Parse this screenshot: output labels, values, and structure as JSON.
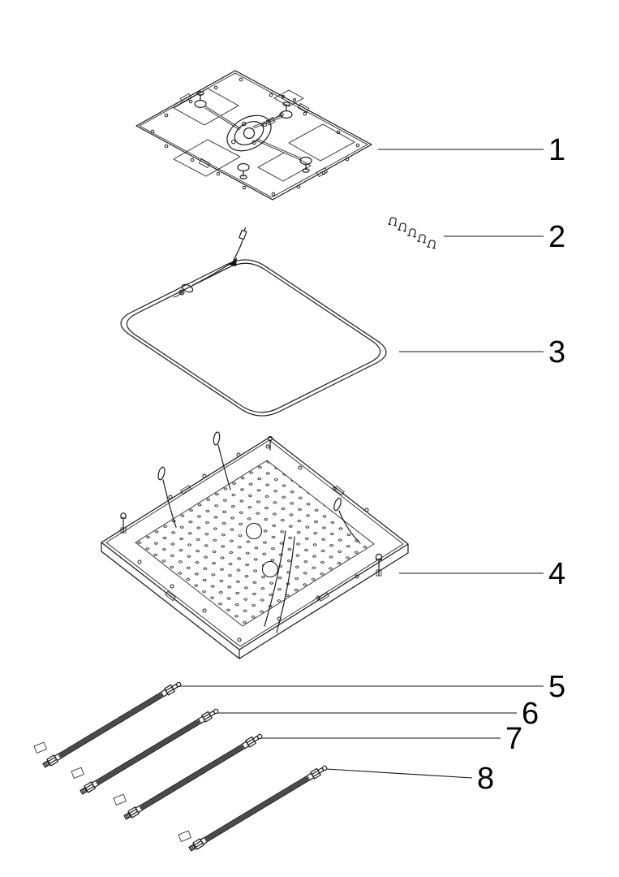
{
  "page": {
    "background": "#ffffff",
    "ink": "#1a1a1a"
  },
  "diagram": {
    "kind": "exploded-parts-diagram",
    "parts": [
      {
        "number": "1",
        "icon": "valve-mounting-plate-assembly-icon"
      },
      {
        "number": "2",
        "icon": "retaining-clips-icon"
      },
      {
        "number": "3",
        "icon": "seal-gasket-with-sensor-cable-icon"
      },
      {
        "number": "4",
        "icon": "perforated-base-pan-icon"
      },
      {
        "number": "5",
        "icon": "flexible-hose-icon"
      },
      {
        "number": "6",
        "icon": "flexible-hose-icon"
      },
      {
        "number": "7",
        "icon": "flexible-hose-icon"
      },
      {
        "number": "8",
        "icon": "flexible-hose-icon"
      }
    ]
  }
}
